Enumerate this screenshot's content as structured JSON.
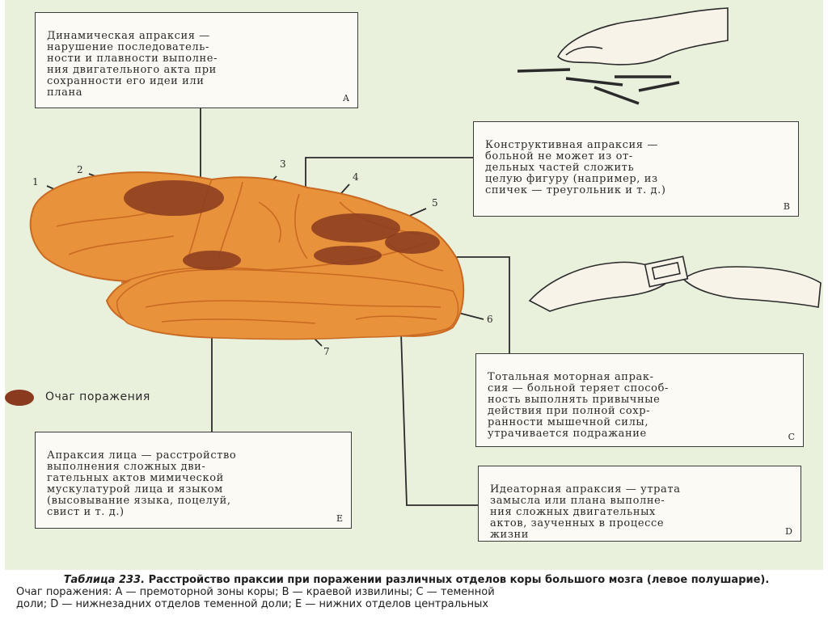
{
  "boxes": {
    "a": {
      "text": "Динамическая апраксия —\nнарушение последователь-\nности и плавности выполне-\nния двигательного акта при\nсохранности его идеи или\nплана",
      "letter": "A"
    },
    "b": {
      "text": "Конструктивная апраксия —\nбольной не может из от-\nдельных частей сложить\nцелую фигуру (например, из\nспичек — треугольник и т. д.)",
      "letter": "B"
    },
    "c": {
      "text": "Тотальная моторная апрак-\nсия — больной теряет способ-\nность выполнять привычные\nдействия при полной сохр-\nранности мышечной силы,\nутрачивается подражание",
      "letter": "C"
    },
    "d": {
      "text": "Идеаторная апраксия — утрата\nзамысла или плана выполне-\nния сложных двигательных\nактов, заученных в процессе\nжизни",
      "letter": "D"
    },
    "e": {
      "text": "Апраксия лица — расстройство\nвыполнения сложных дви-\nгательных актов мимической\nмускулатурой лица и языком\n(высовывание языка, поцелуй,\nсвист и т. д.)",
      "letter": "E"
    }
  },
  "region_numbers": [
    "1",
    "2",
    "3",
    "4",
    "5",
    "6",
    "7"
  ],
  "legend": {
    "label": "Очаг поражения"
  },
  "caption": {
    "table_ref": "Таблица 233.",
    "title": "Расстройство праксии при поражении различных отделов коры большого мозга (левое полушарие).",
    "line1": "Очаг поражения: A — премоторной зоны коры; B — краевой извилины; C — теменной",
    "line2": "доли; D — нижнезадних отделов теменной доли; E — нижних отделов центральных"
  },
  "colors": {
    "background": "#e9f1dd",
    "brain": "#e8923c",
    "brain_dark": "#c96a22",
    "lesion": "#8a3a1e",
    "ink": "#2a2a2a"
  }
}
